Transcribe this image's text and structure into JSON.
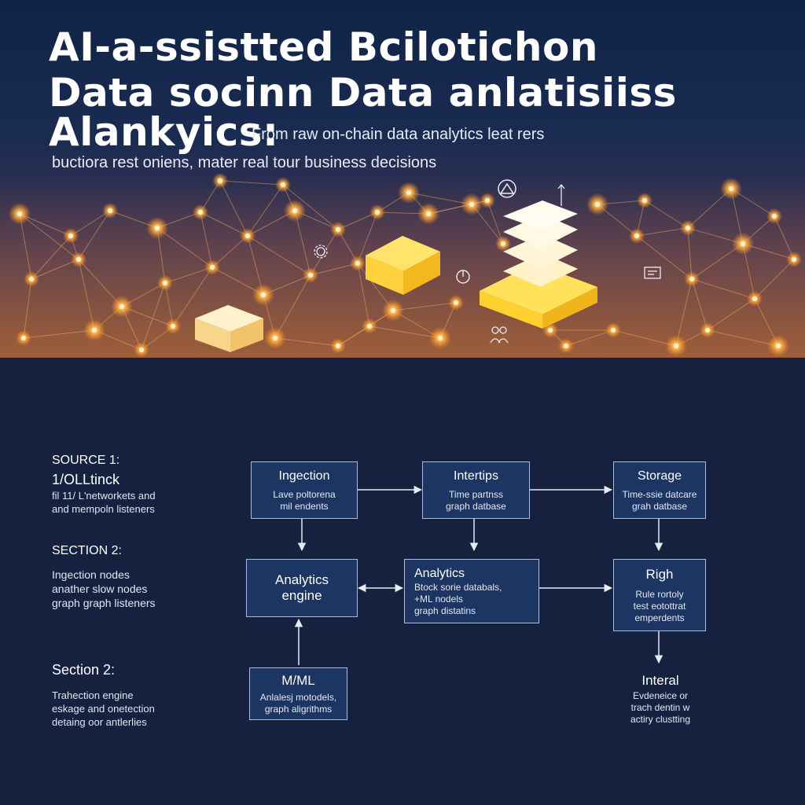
{
  "header": {
    "title_line1": "AI-a-ssistted Bcilotichon",
    "title_line2": "Data socinn Data anlatisiiss",
    "title_line3": "Alankyics:",
    "tagline_line1": "From raw on-chain data analytics leat rers",
    "tagline_line2": "buctiora rest oniens, mater real tour business decisions"
  },
  "hero_icons": [
    "globe-network-icon",
    "arrow-up-icon",
    "gear-icon",
    "pie-chart-icon",
    "document-chart-icon",
    "people-icon"
  ],
  "colors": {
    "background_dark": "#14203d",
    "node_fill": "#1c3562",
    "node_border": "#a9bbd9",
    "glow_orange": "#ffb347",
    "cube_yellow": "#ffd84a",
    "cube_cream": "#fbe3a8"
  },
  "sections": [
    {
      "heading": "SOURCE 1:",
      "subheading": "1/OLLtinck",
      "body": [
        "fil 11/ L'networkets and",
        "and mempoln listeners"
      ]
    },
    {
      "heading": "SECTION 2:",
      "subheading": "",
      "body": [
        "Ingection nodes",
        "anather slow nodes",
        "graph graph listeners"
      ]
    },
    {
      "heading": "",
      "subheading": "Section 2:",
      "body": [
        "Trahection engine",
        "eskage and onetection",
        "detaing oor antlerlies"
      ]
    }
  ],
  "nodes": {
    "ingestion": {
      "title": "Ingection",
      "desc": [
        "Lave poltorena",
        "mil endents"
      ]
    },
    "intertips": {
      "title": "Intertips",
      "desc": [
        "Time partnss",
        "graph datbase"
      ]
    },
    "storage": {
      "title": "Storage",
      "desc": [
        "Time-ssie datcare",
        "grah datbase"
      ]
    },
    "analytics_engine": {
      "title": "Analytics",
      "title2": "engine"
    },
    "analytics": {
      "title": "Analytics",
      "desc": [
        "Btock sorie databals,",
        "+ML nodels",
        "graph distatins"
      ]
    },
    "righ": {
      "title": "Righ",
      "desc": [
        "Rule rortoly",
        "test eotottrat",
        "emperdents"
      ]
    },
    "mml": {
      "title": "M/ML",
      "desc": [
        "Anlalesj motodels,",
        "graph aligrithms"
      ]
    },
    "interal": {
      "title": "Interal",
      "desc": [
        "Evdeneice or",
        "trach dentin w",
        "actiry clustting"
      ]
    }
  }
}
